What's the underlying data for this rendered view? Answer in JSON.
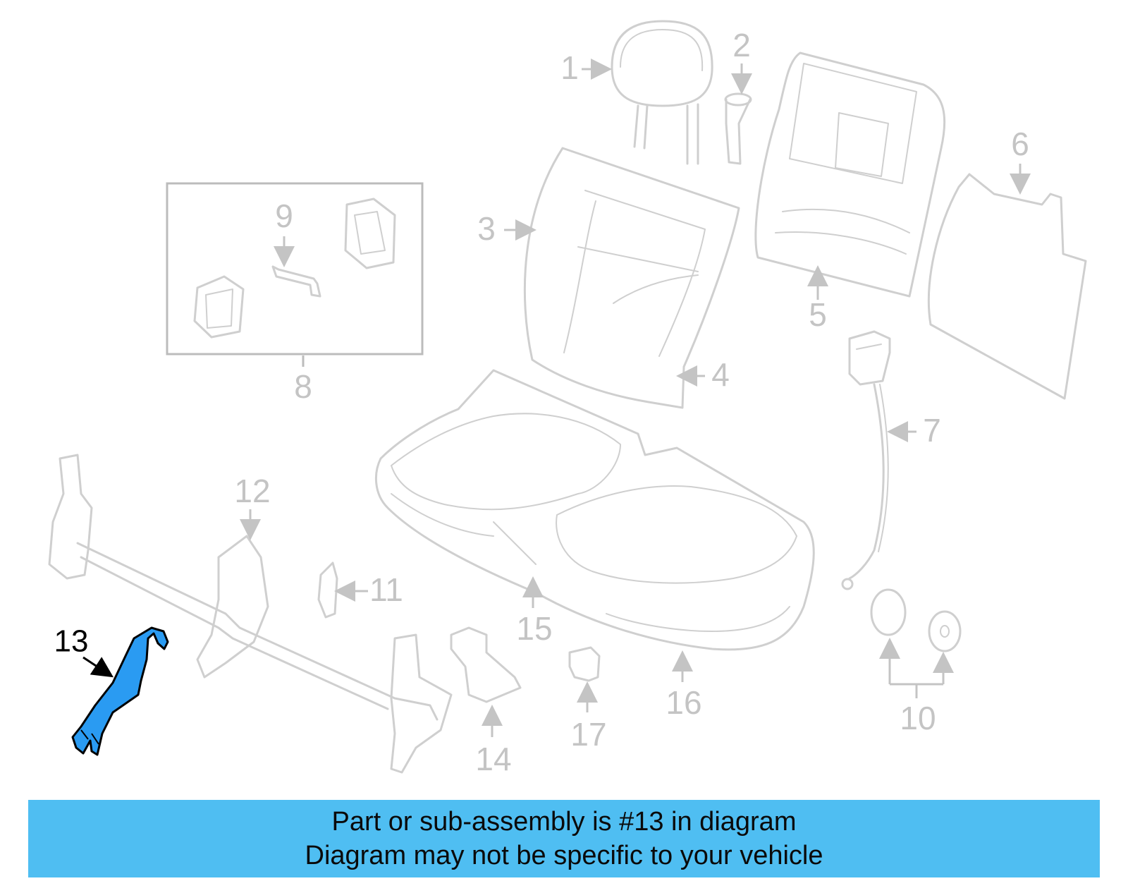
{
  "diagram": {
    "highlight_color": "#2a9bf2",
    "line_color": "#cfcfcf",
    "highlighted_part": "13",
    "callouts": {
      "c1": "1",
      "c2": "2",
      "c3": "3",
      "c4": "4",
      "c5": "5",
      "c6": "6",
      "c7": "7",
      "c8": "8",
      "c9": "9",
      "c10": "10",
      "c11": "11",
      "c12": "12",
      "c13": "13",
      "c14": "14",
      "c15": "15",
      "c16": "16",
      "c17": "17"
    }
  },
  "banner": {
    "background": "#4fbef2",
    "line1": "Part or sub-assembly is #13 in diagram",
    "line2": "Diagram may not be specific to your vehicle"
  }
}
